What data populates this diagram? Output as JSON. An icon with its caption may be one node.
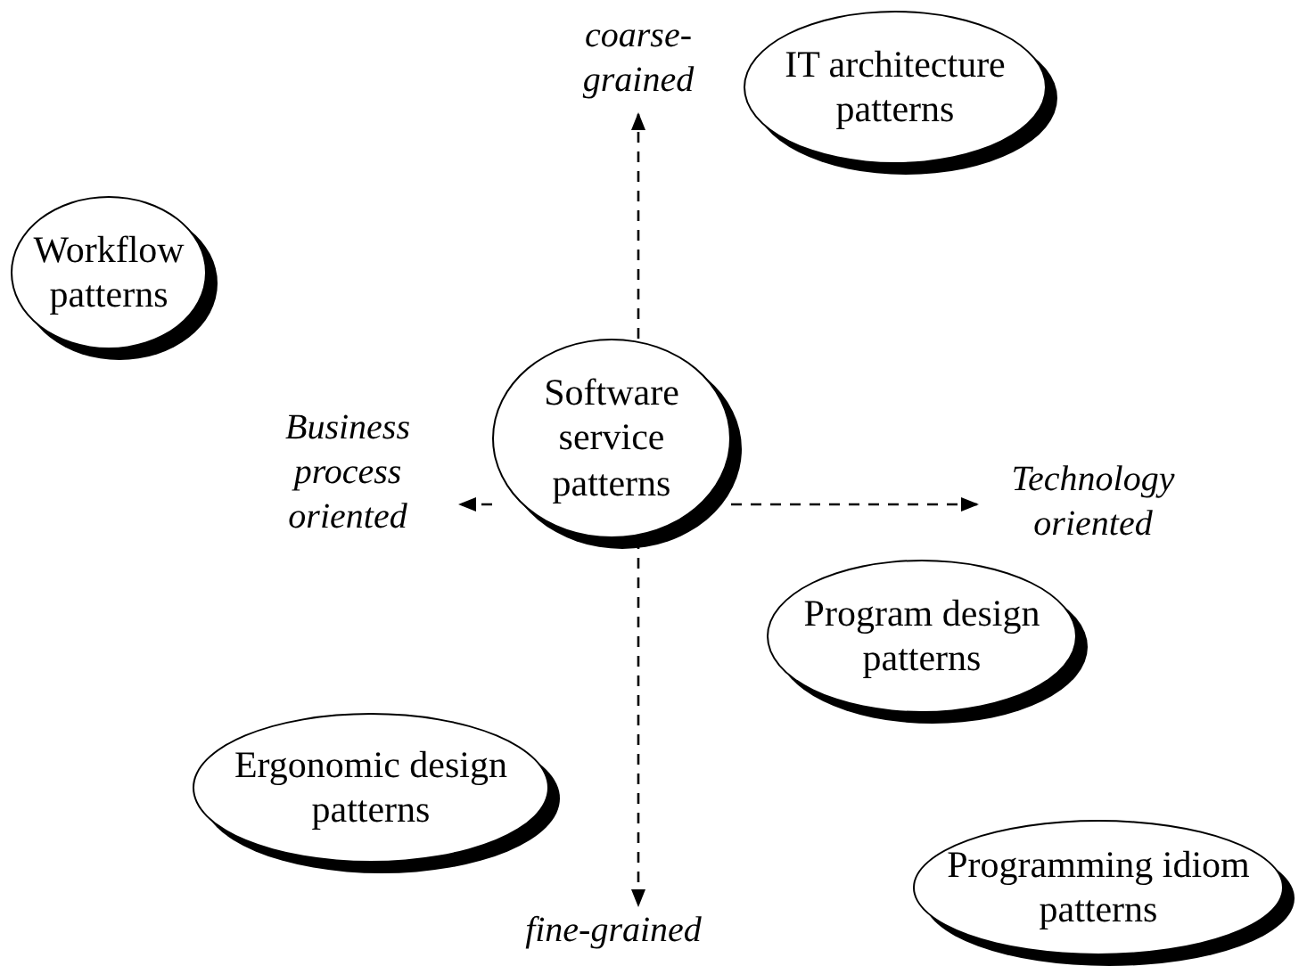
{
  "diagram": {
    "nodes": [
      {
        "text": [
          "IT architecture patterns"
        ]
      },
      {
        "text": [
          "Workflow patterns"
        ]
      },
      {
        "text": [
          "Software service patterns"
        ]
      },
      {
        "text": [
          "Program design patterns"
        ]
      },
      {
        "text": [
          "Ergonomic design patterns"
        ]
      },
      {
        "text": [
          "Programming idiom patterns"
        ]
      },
      {
        "text": [
          "coarse-grained"
        ]
      },
      {
        "text": [
          "Business process oriented"
        ]
      },
      {
        "text": [
          "Technology oriented"
        ]
      },
      {
        "text": [
          "fine-grained"
        ]
      }
    ],
    "edges": [
      {
        "from": 2,
        "to": 6,
        "arrow": "to",
        "style": "dashed"
      },
      {
        "from": 2,
        "to": 7,
        "arrow": "to",
        "style": "dashed"
      },
      {
        "from": 2,
        "to": 8,
        "arrow": "to",
        "style": "dashed"
      },
      {
        "from": 2,
        "to": 9,
        "arrow": "to",
        "style": "dashed"
      }
    ]
  }
}
